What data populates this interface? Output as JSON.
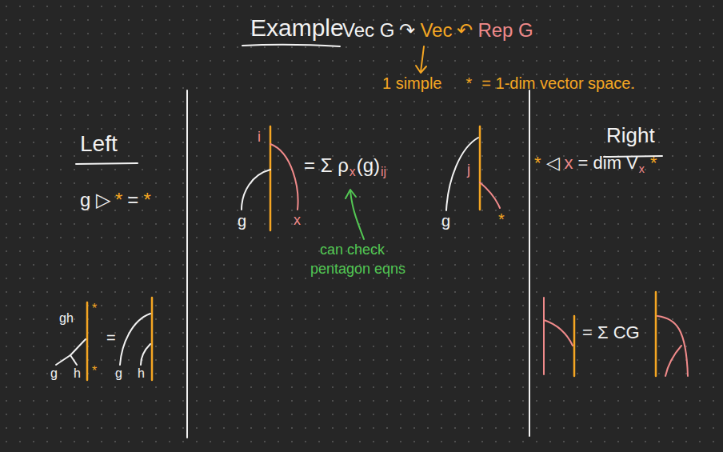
{
  "diagram": {
    "title": "Example",
    "labels": [
      "Vec G",
      "↷",
      "Vec",
      "↶",
      "Rep G",
      "1 simple",
      "*",
      "= 1-dim vector space.",
      "Left",
      "Right",
      "g ▷",
      "*",
      "=",
      "*",
      "i",
      "g",
      "x",
      "= Σ ρ",
      "x",
      "(g)",
      "ij",
      "j",
      "g",
      "*",
      "can check",
      "pentagon eqns",
      "*",
      "◁",
      "x",
      "= dim V",
      "x",
      "*",
      "gh",
      "*",
      "*",
      "g",
      "h",
      "=",
      "g",
      "h",
      "= Σ CG"
    ]
  }
}
